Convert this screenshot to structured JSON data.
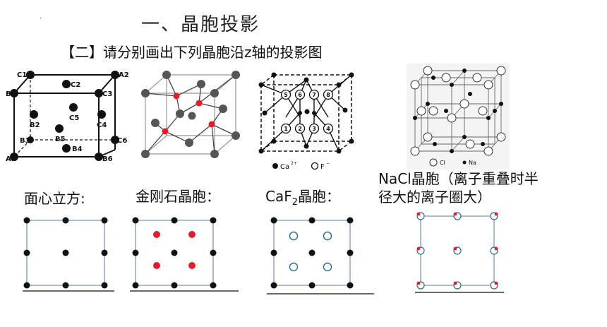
{
  "page": {
    "title": "一、晶胞投影",
    "subtitle": "【二】请分别画出下列晶胞沿z轴的投影图",
    "dot": "."
  },
  "fcc_cell": {
    "labels": [
      "C1",
      "A2",
      "B1",
      "C2",
      "C3",
      "B2",
      "C5",
      "C4",
      "B3",
      "B5",
      "C6",
      "B4",
      "A1",
      "B6"
    ]
  },
  "caf2_cell": {
    "numbers": [
      "5",
      "6",
      "7",
      "8",
      "1",
      "2",
      "3",
      "4"
    ],
    "legend_ca": "Ca",
    "legend_ca_sup": "2+",
    "legend_f": "F",
    "legend_f_sup": "−"
  },
  "nacl_cell": {
    "legend_cl": "Cl",
    "legend_na": "Na"
  },
  "labels": {
    "fcc": "面心立方:",
    "diamond": "金刚石晶胞：",
    "caf2_prefix": "CaF",
    "caf2_sub": "2",
    "caf2_suffix": "晶胞：",
    "nacl_line1": "NaCl晶胞（离子重叠时半",
    "nacl_line2": "径大的离子圈大）"
  },
  "colors": {
    "black": "#111111",
    "red": "#e01e2b",
    "frame": "#7e9bb8",
    "open_ring": "#2f6b8a"
  }
}
